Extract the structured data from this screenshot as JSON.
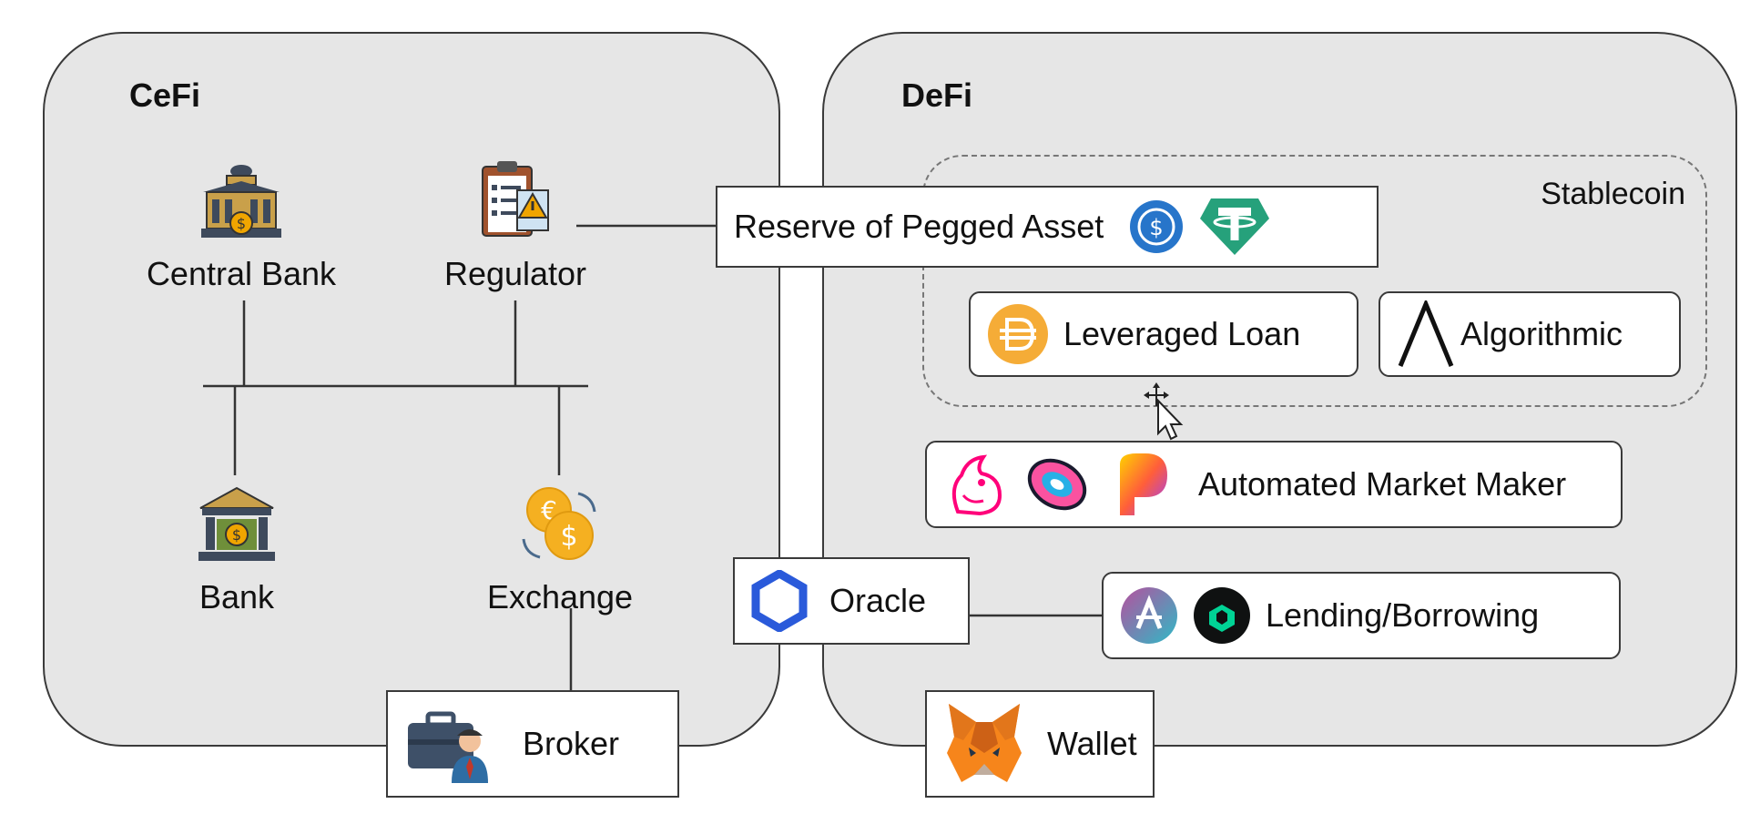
{
  "cefi": {
    "title": "CeFi",
    "central_bank": "Central Bank",
    "regulator": "Regulator",
    "bank": "Bank",
    "exchange": "Exchange"
  },
  "defi": {
    "title": "DeFi",
    "stablecoin_label": "Stablecoin",
    "reserve": "Reserve of Pegged Asset",
    "leveraged_loan": "Leveraged Loan",
    "algorithmic": "Algorithmic",
    "amm": "Automated Market Maker",
    "oracle": "Oracle",
    "lending": "Lending/Borrowing",
    "wallet": "Wallet"
  },
  "broker": "Broker",
  "icons": {
    "central_bank": "government-building-icon",
    "regulator": "clipboard-warning-icon",
    "bank": "bank-icon",
    "exchange": "currency-exchange-icon",
    "broker": "briefcase-person-icon",
    "reserve": [
      "usdc-icon",
      "tether-icon"
    ],
    "leveraged_loan": "dai-icon",
    "algorithmic": "lambda-icon",
    "amm": [
      "uniswap-icon",
      "sushiswap-icon",
      "pancakeswap-icon"
    ],
    "oracle": "chainlink-icon",
    "lending": [
      "aave-icon",
      "compound-icon"
    ],
    "wallet": "metamask-fox-icon"
  },
  "colors": {
    "panel_fill": "#e6e6e6",
    "usdc": "#2775ca",
    "tether": "#26a17b",
    "dai": "#f5ac37",
    "chainlink": "#2a5ada",
    "compound": "#00d395",
    "metamask": "#f6851b"
  }
}
